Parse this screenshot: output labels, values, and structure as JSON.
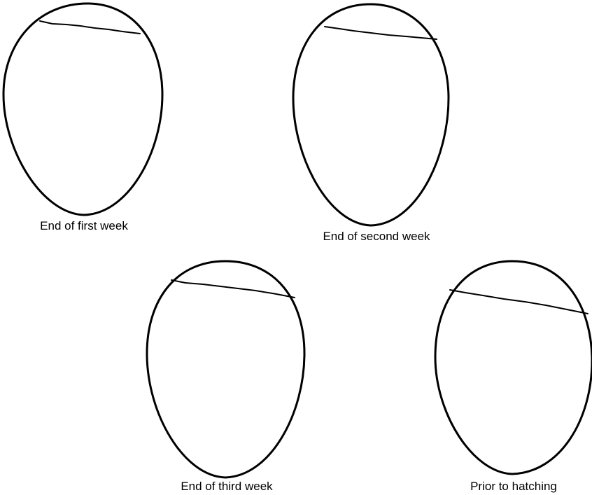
{
  "captions": {
    "week1": "End of first week",
    "week2": "End of second week",
    "week3": "End of third week",
    "hatching": "Prior to hatching"
  }
}
